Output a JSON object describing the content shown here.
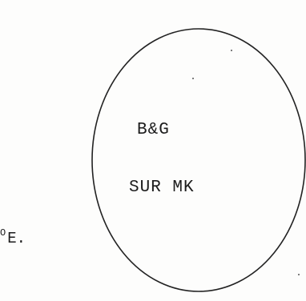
{
  "seal": {
    "line1": "B&G",
    "line2": "SUR MK"
  },
  "edge_fragment": {
    "degree": "O",
    "text": "E."
  }
}
